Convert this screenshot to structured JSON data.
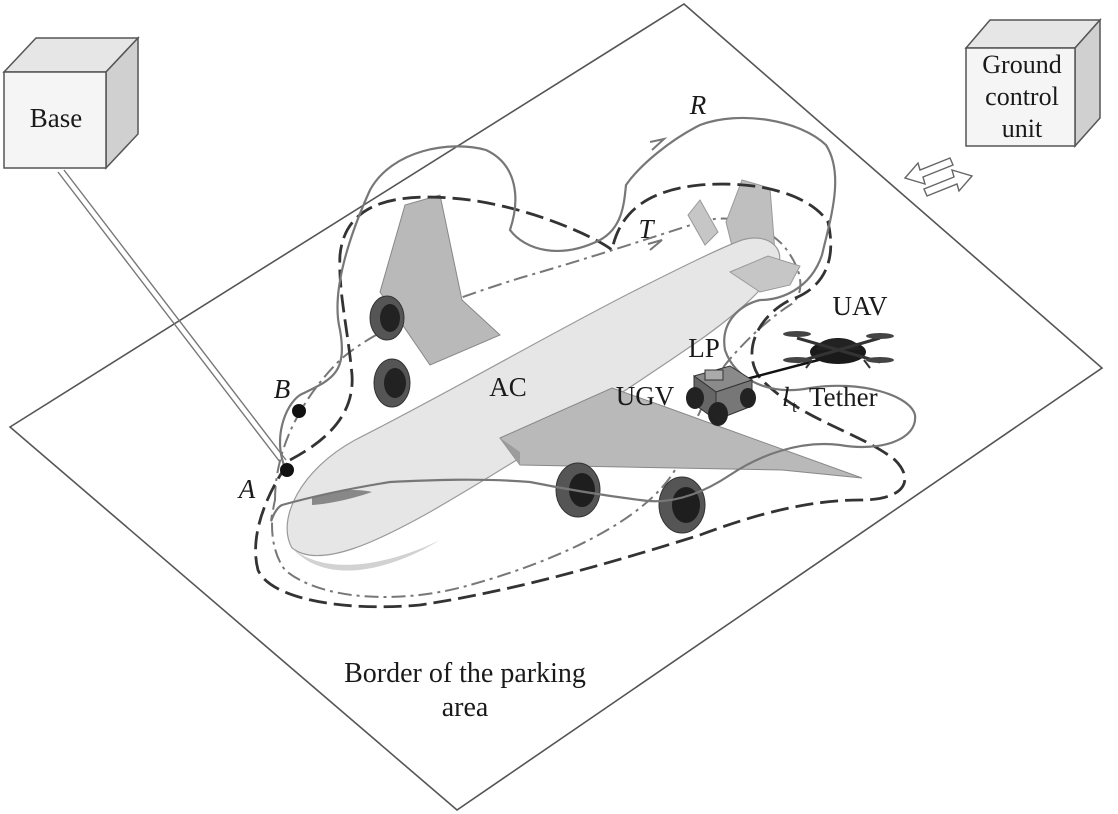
{
  "labels": {
    "base": "Base",
    "ground_control": [
      "Ground",
      "control",
      "unit"
    ],
    "route_r": "R",
    "route_t": "T",
    "uav": "UAV",
    "lp": "LP",
    "ugv": "UGV",
    "tether_symbol": "l",
    "tether_subscript": "t",
    "tether": "Tether",
    "ac": "AC",
    "point_a": "A",
    "point_b": "B",
    "border": [
      "Border of the parking",
      "area"
    ]
  },
  "colors": {
    "outline": "#4a4a4a",
    "fuselage": "#e6e6e6",
    "wing": "#b9b9b9",
    "engine": "#555555",
    "box_front": "#f4f4f4",
    "box_top": "#e3e3e3",
    "box_side": "#cfcfcf"
  }
}
